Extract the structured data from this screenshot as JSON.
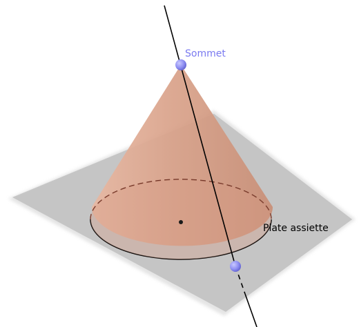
{
  "labels": {
    "apex": "Sommet",
    "plane": "Plate assiette"
  },
  "colors": {
    "apex_label": "#7a7af0",
    "plane_label": "#000000",
    "point_fill": "#8f8ff2",
    "cone_fill": "#dca58d",
    "plane_fill": "#b4b4b4",
    "line": "#000000"
  },
  "icons": {
    "apex_point": "sphere-point",
    "base_point": "sphere-point",
    "base_center": "dot"
  }
}
